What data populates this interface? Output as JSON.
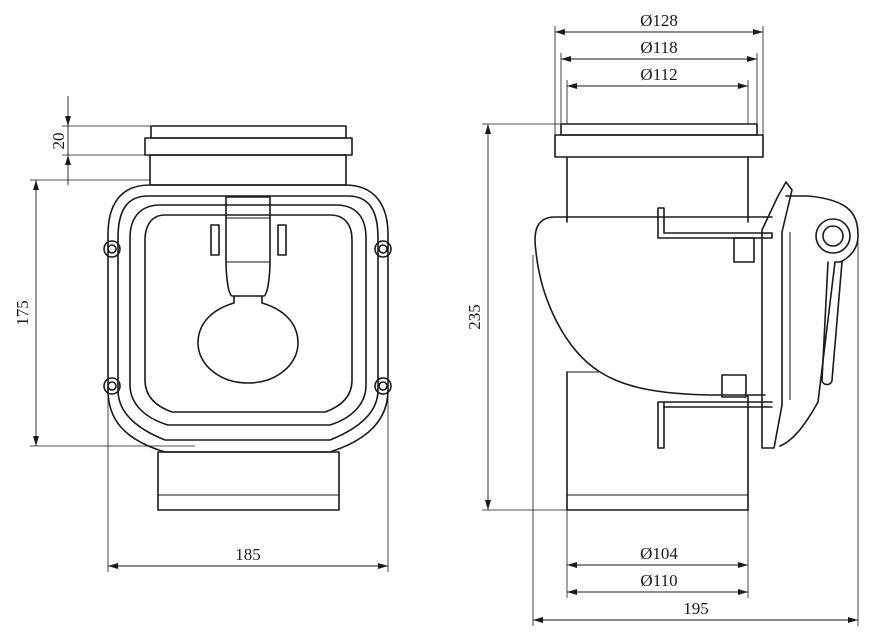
{
  "drawing": {
    "front_view": {
      "dim_height_collar": "20",
      "dim_height_outlet": "175",
      "dim_width": "185"
    },
    "side_view": {
      "dim_dia_outer_top": "Ø128",
      "dim_dia_collar": "Ø118",
      "dim_dia_inlet": "Ø112",
      "dim_height": "235",
      "dim_dia_outlet_inner": "Ø104",
      "dim_dia_outlet_outer": "Ø110",
      "dim_length": "195"
    }
  }
}
